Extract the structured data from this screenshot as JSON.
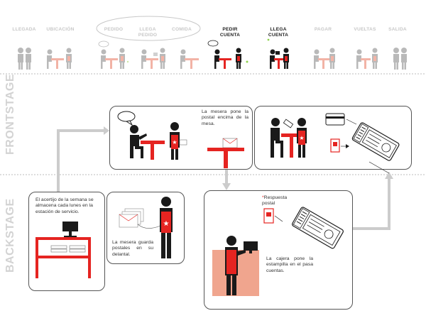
{
  "journey": {
    "steps": [
      {
        "label": "LLEGADA",
        "active": false
      },
      {
        "label": "UBICACIÓN",
        "active": false
      },
      {
        "label": "PEDIDO",
        "active": false
      },
      {
        "label": "LLEGA\nPEDIDO",
        "active": false
      },
      {
        "label": "COMIDA",
        "active": false
      },
      {
        "label": "PEDIR\nCUENTA",
        "active": true
      },
      {
        "label": "LLEGA\nCUENTA",
        "active": true
      },
      {
        "label": "PAGAR",
        "active": false
      },
      {
        "label": "VUELTAS",
        "active": false
      },
      {
        "label": "SALIDA",
        "active": false
      }
    ]
  },
  "lanes": {
    "frontstage": "FRONTSTAGE",
    "backstage": "BACKSTAGE"
  },
  "captions": {
    "waitress_places_postcard": "La mesera pone la postal encima de la mesa.",
    "weekly_riddle": "El acertijo de la semana se almacena cada lunes en la estación de servicio.",
    "waitress_keeps_postcards": "La mesera guarda postales en su delantal.",
    "reply_postcard": "Respuesta postal",
    "reply_postcard_mark": "*",
    "cashier_stamps": "La cajera pone la estampilla en el pasa cuentas."
  },
  "colors": {
    "accent": "#e52421",
    "dark": "#1a1a1a",
    "muted": "#c8c8c8",
    "lane_label": "#d3d3d3",
    "connector": "#cccccc",
    "counter": "#f0a58e"
  }
}
